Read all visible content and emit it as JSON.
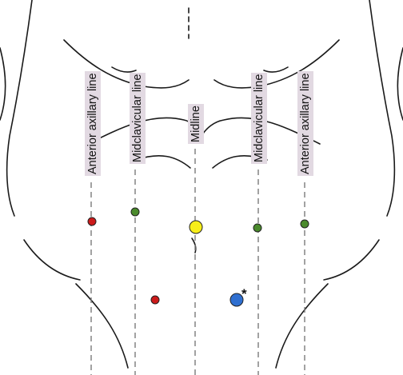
{
  "labels": {
    "anterior_axillary_left": "Anterior axillary line",
    "midclavicular_left": "Midclavicular line",
    "midline": "Midline",
    "midclavicular_right": "Midclavicular line",
    "anterior_axillary_right": "Anterior axillary line"
  },
  "asterisk": "*",
  "colors": {
    "red": "#cc1b1b",
    "green": "#4a8a2c",
    "yellow": "#f7ee19",
    "blue": "#2f6fd0",
    "dashed_line": "#7a7a7a",
    "label_background": "#e2d9e2"
  }
}
